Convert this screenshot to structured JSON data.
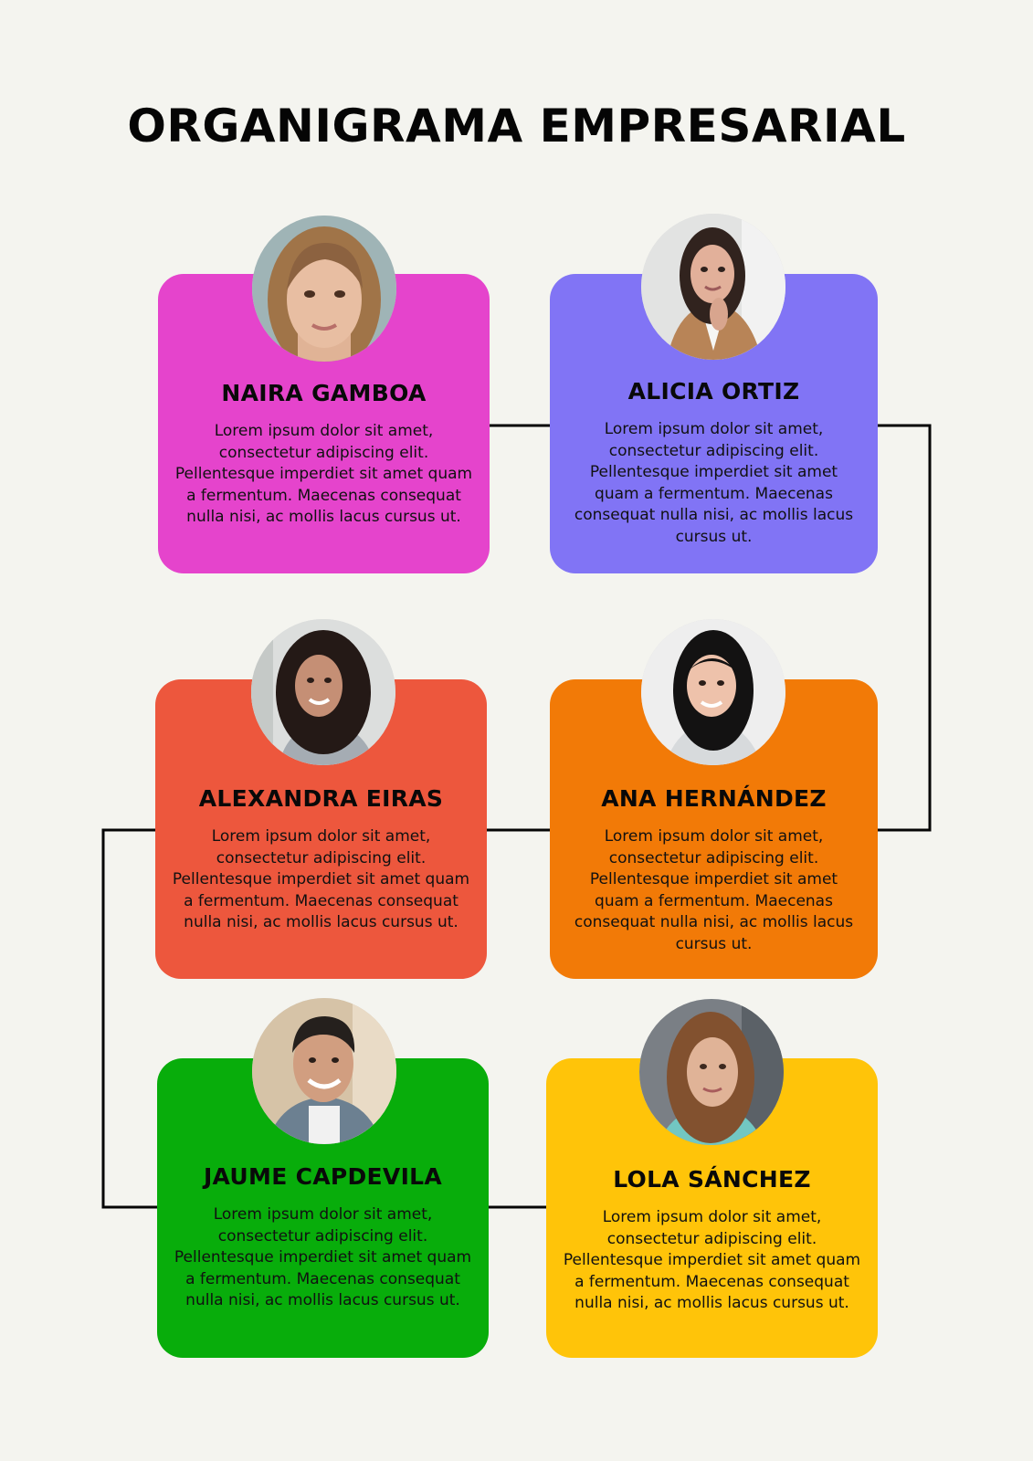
{
  "title": "ORGANIGRAMA EMPRESARIAL",
  "employees": [
    {
      "name": "NAIRA GAMBOA",
      "description": "Lorem ipsum dolor sit amet, consectetur adipiscing elit. Pellentesque imperdiet sit amet quam a fermentum. Maecenas consequat nulla nisi, ac mollis lacus cursus ut.",
      "color": "#e544cc",
      "photo": "woman-portrait"
    },
    {
      "name": "ALICIA ORTIZ",
      "description": "Lorem ipsum dolor sit amet, consectetur adipiscing elit. Pellentesque imperdiet sit amet quam a fermentum. Maecenas consequat nulla nisi, ac mollis lacus cursus ut.",
      "color": "#8174f5",
      "photo": "woman-portrait"
    },
    {
      "name": "ALEXANDRA EIRAS",
      "description": "Lorem ipsum dolor sit amet, consectetur adipiscing elit. Pellentesque imperdiet sit amet quam a fermentum. Maecenas consequat nulla nisi, ac mollis lacus cursus ut.",
      "color": "#ed573d",
      "photo": "woman-portrait"
    },
    {
      "name": "ANA HERNÁNDEZ",
      "description": "Lorem ipsum dolor sit amet, consectetur adipiscing elit. Pellentesque imperdiet sit amet quam a fermentum. Maecenas consequat nulla nisi, ac mollis lacus cursus ut.",
      "color": "#f27a07",
      "photo": "woman-portrait"
    },
    {
      "name": "JAUME CAPDEVILA",
      "description": "Lorem ipsum dolor sit amet, consectetur adipiscing elit. Pellentesque imperdiet sit amet quam a fermentum. Maecenas consequat nulla nisi, ac mollis lacus cursus ut.",
      "color": "#08ad0b",
      "photo": "man-portrait"
    },
    {
      "name": "LOLA SÁNCHEZ",
      "description": "Lorem ipsum dolor sit amet, consectetur adipiscing elit. Pellentesque imperdiet sit amet quam a fermentum. Maecenas consequat nulla nisi, ac mollis lacus cursus ut.",
      "color": "#ffc409",
      "photo": "woman-portrait"
    }
  ],
  "connector_color": "#050505"
}
